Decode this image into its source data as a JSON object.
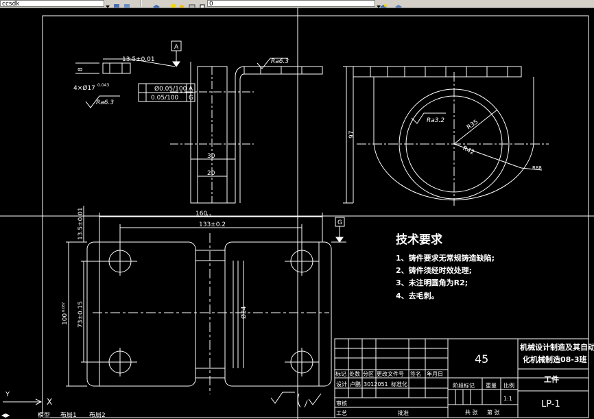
{
  "toolbar": {
    "style_combo": "ccsdk",
    "layer_combo": "0"
  },
  "drawing": {
    "dims": {
      "top_width": "13.5±0.01",
      "chamfer": "4×Ø17",
      "chamfer_tol": "0.043",
      "dim_8": "8",
      "flatness_top": "Ø0.05/100",
      "flatness_datum_top": "A",
      "parallel_bottom": "0.05/100",
      "parallel_datum_bottom": "G",
      "rough_left": "Ra6.3",
      "rough_right": "Ra6.3",
      "datum_a": "A",
      "dim_30": "30",
      "dim_20": "20",
      "height_97": "97",
      "rough_circle": "Ra3.2",
      "r35": "R35",
      "r42": "R42",
      "r88": "R88",
      "plan_total_width": "160",
      "plan_total_width_tol": "0.1",
      "plan_inner_width": "133±0.2",
      "plan_left_top": "13.5±0.01",
      "datum_g": "G",
      "plan_height": "100",
      "plan_height_tol": "0.087",
      "plan_inner_height": "73±0.15",
      "plan_diameter": "Ø34"
    },
    "notes": {
      "title": "技术要求",
      "items": [
        "1、铸件要求无常规铸造缺陷;",
        "2、铸件须经时效处理;",
        "3、未注明圆角为R2;",
        "4、去毛刺。"
      ]
    },
    "title_block": {
      "material": "45",
      "school": "机械设计制造及其自动",
      "class_line": "化机械制造08-3班",
      "part_name": "工件",
      "drawing_no": "LP-1",
      "scale": "1:1",
      "headers": [
        "标记",
        "处数",
        "分区",
        "更改文件号",
        "签名",
        "年月日"
      ],
      "design_row": [
        "设计",
        "卢鹏",
        "3012051",
        "标准化"
      ],
      "stage_label": "阶段标记",
      "weight_label": "重量",
      "scale_label": "比例",
      "review_label": "审核",
      "process_label": "工艺",
      "approve_label": "批准",
      "sheet_total": "共 张",
      "sheet_no": "第 张"
    },
    "axis_x": "X",
    "axis_y": "Y"
  },
  "tabs": [
    "模型",
    "布局1",
    "布局2"
  ]
}
